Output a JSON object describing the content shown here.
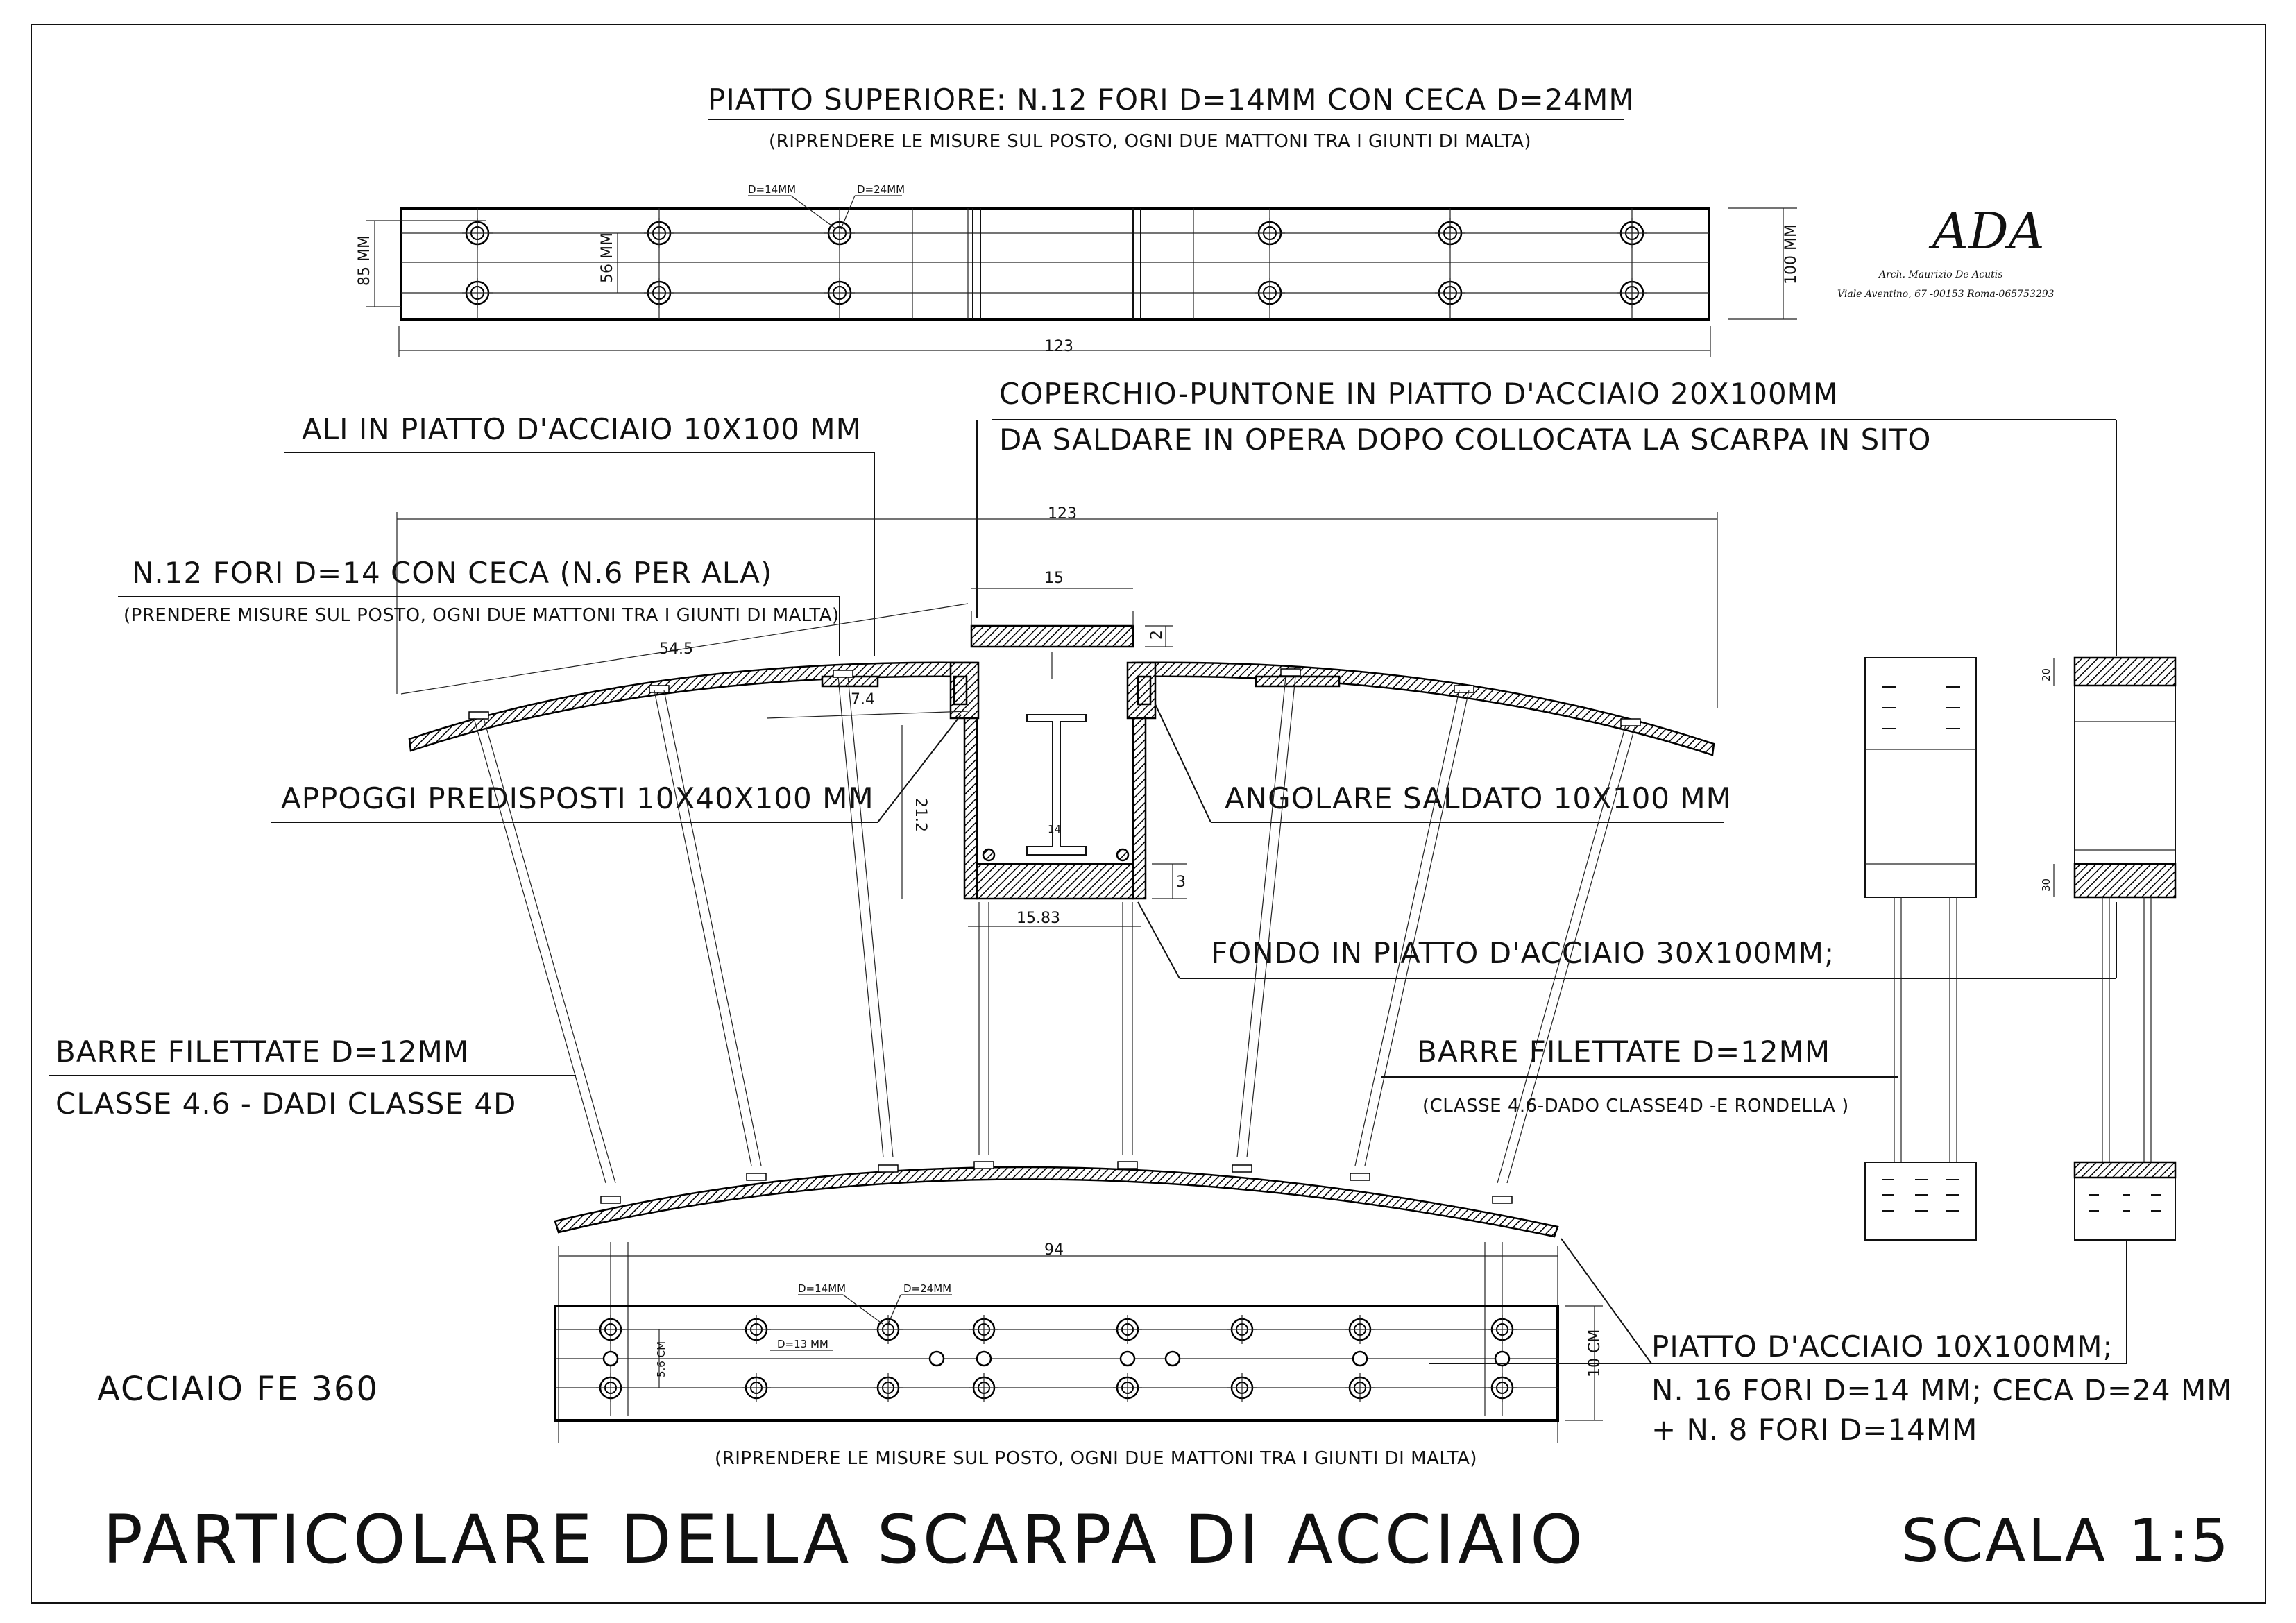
{
  "labels": {
    "top_plate": "PIATTO SUPERIORE: N.12 FORI  D=14MM CON CECA D=24MM",
    "top_plate_note": "(RIPRENDERE LE MISURE SUL POSTO, OGNI DUE MATTONI TRA I GIUNTI DI MALTA)",
    "coverplate_1": "COPERCHIO-PUNTONE IN PIATTO D'ACCIAIO 20X100MM",
    "coverplate_2": "DA SALDARE IN OPERA DOPO COLLOCATA LA SCARPA IN SITO",
    "wings": "ALI IN PIATTO D'ACCIAIO 10X100 MM",
    "holes": "N.12 FORI D=14  CON CECA (N.6 PER ALA)",
    "holes_note": "(PRENDERE MISURE SUL POSTO, OGNI DUE MATTONI TRA I GIUNTI DI MALTA)",
    "supports": "APPOGGI PREDISPOSTI  10X40X100 MM",
    "angle": "ANGOLARE SALDATO 10X100 MM",
    "bottom_plate": "FONDO IN PIATTO D'ACCIAIO  30X100MM;",
    "bars_left_1": "BARRE FILETTATE D=12MM",
    "bars_left_2": "CLASSE 4.6 - DADI CLASSE 4D",
    "bars_right_1": "BARRE FILETTATE D=12MM",
    "bars_right_2": "(CLASSE 4.6-DADO CLASSE4D -E RONDELLA )",
    "plate_1": "PIATTO D'ACCIAIO 10X100MM;",
    "plate_2": "N. 16 FORI D=14 MM; CECA D=24 MM",
    "plate_3": "+ N. 8 FORI D=14MM",
    "bottom_note": "(RIPRENDERE LE MISURE SUL POSTO, OGNI DUE MATTONI TRA I GIUNTI DI MALTA)",
    "steel": "ACCIAIO  FE 360",
    "title": "PARTICOLARE DELLA SCARPA DI ACCIAIO",
    "scale": "SCALA 1:5"
  },
  "dimensions": {
    "top_len": "123",
    "top_w": "85 MM",
    "top_gap": "56 MM",
    "top_total_w": "100 MM",
    "hole_d14": "D=14MM",
    "hole_d24": "D=24MM",
    "mid_len": "123",
    "cap_w": "15",
    "cap_t": "2",
    "arc_len": "54.5",
    "wing_off": "7.4",
    "box_h": "21.2",
    "web": "14",
    "bot_t": "3",
    "box_w": "15.83",
    "low_len": "94",
    "low_d14": "D=14MM",
    "low_d24": "D=24MM",
    "low_d13": "D=13 MM",
    "low_gap": "5.6 CM",
    "low_w": "10 CM",
    "side_20": "20",
    "side_30": "30"
  },
  "author": {
    "logo": "ADA",
    "name": "Arch. Maurizio De Acutis",
    "address": "Viale Aventino, 67 -00153 Roma-065753293"
  }
}
